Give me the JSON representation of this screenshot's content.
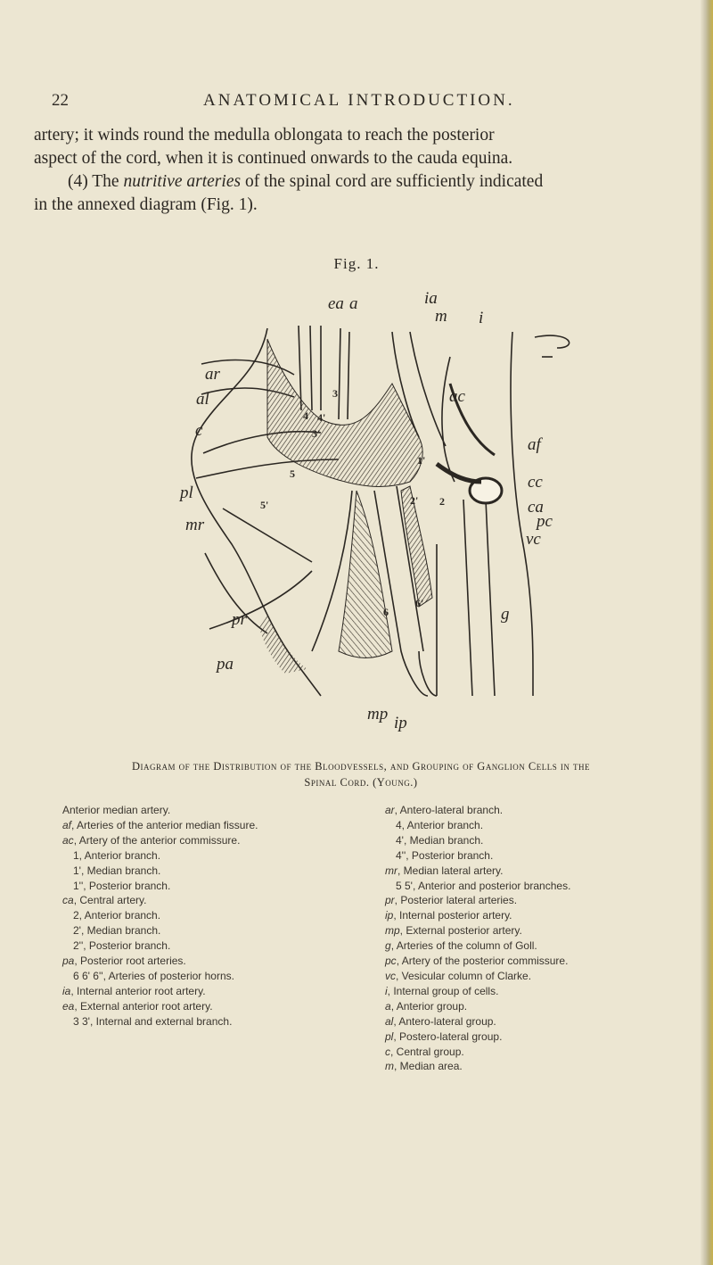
{
  "header": {
    "page_number": "22",
    "running_head": "ANATOMICAL INTRODUCTION."
  },
  "body": {
    "line1": "artery; it winds round the medulla oblongata to reach the posterior",
    "line2": "aspect of the cord, when it is continued onwards to the cauda equina.",
    "line3_pre": "(4) The ",
    "line3_em": "nutritive arteries",
    "line3_post": " of the spinal cord are sufficiently indicated",
    "line4": "in the annexed diagram (Fig. 1)."
  },
  "figure": {
    "title": "Fig. 1.",
    "labels": {
      "ea": "ea",
      "a": "a",
      "ia": "ia",
      "m": "m",
      "i": "i",
      "ar": "ar",
      "al": "al",
      "c": "c",
      "pl": "pl",
      "mr": "mr",
      "ac": "ac",
      "af": "af",
      "cc": "cc",
      "ca": "ca",
      "pc": "pc",
      "vc": "vc",
      "pr": "pr",
      "pa": "pa",
      "mp": "mp",
      "ip": "ip",
      "g": "g",
      "n3": "3",
      "n3p": "3'",
      "n4": "4",
      "n4p": "4'",
      "n1": "1'",
      "n2": "2'",
      "n2b": "2",
      "n5": "5",
      "n5p": "5'",
      "n6": "6",
      "n6p": "6'"
    }
  },
  "caption": {
    "line1": "Diagram of the Distribution of the Bloodvessels, and Grouping of Ganglion Cells in the",
    "line2": "Spinal Cord. (Young.)"
  },
  "legend": {
    "left": [
      {
        "key": "",
        "text": "Anterior median artery.",
        "sub": false
      },
      {
        "key": "af",
        "text": ", Arteries of the anterior median fissure.",
        "sub": false
      },
      {
        "key": "ac",
        "text": ", Artery of the anterior commissure.",
        "sub": false
      },
      {
        "key": "",
        "text": "1, Anterior branch.",
        "sub": true
      },
      {
        "key": "",
        "text": "1', Median branch.",
        "sub": true
      },
      {
        "key": "",
        "text": "1'', Posterior branch.",
        "sub": true
      },
      {
        "key": "ca",
        "text": ", Central artery.",
        "sub": false
      },
      {
        "key": "",
        "text": "2, Anterior branch.",
        "sub": true
      },
      {
        "key": "",
        "text": "2', Median branch.",
        "sub": true
      },
      {
        "key": "",
        "text": "2'', Posterior branch.",
        "sub": true
      },
      {
        "key": "pa",
        "text": ", Posterior root arteries.",
        "sub": false
      },
      {
        "key": "",
        "text": "6 6' 6'', Arteries of posterior horns.",
        "sub": true
      },
      {
        "key": "ia",
        "text": ", Internal anterior root artery.",
        "sub": false
      },
      {
        "key": "ea",
        "text": ", External anterior root artery.",
        "sub": false
      },
      {
        "key": "",
        "text": "3 3', Internal and external branch.",
        "sub": true
      }
    ],
    "right": [
      {
        "key": "ar",
        "text": ", Antero-lateral branch.",
        "sub": false
      },
      {
        "key": "",
        "text": "4, Anterior branch.",
        "sub": true
      },
      {
        "key": "",
        "text": "4', Median branch.",
        "sub": true
      },
      {
        "key": "",
        "text": "4'', Posterior branch.",
        "sub": true
      },
      {
        "key": "mr",
        "text": ", Median lateral artery.",
        "sub": false
      },
      {
        "key": "",
        "text": "5 5', Anterior and posterior branches.",
        "sub": true
      },
      {
        "key": "pr",
        "text": ", Posterior lateral arteries.",
        "sub": false
      },
      {
        "key": "ip",
        "text": ", Internal posterior artery.",
        "sub": false
      },
      {
        "key": "mp",
        "text": ", External posterior artery.",
        "sub": false
      },
      {
        "key": "g",
        "text": ", Arteries of the column of Goll.",
        "sub": false
      },
      {
        "key": "pc",
        "text": ", Artery of the posterior commissure.",
        "sub": false
      },
      {
        "key": "vc",
        "text": ", Vesicular column of Clarke.",
        "sub": false
      },
      {
        "key": "i",
        "text": ", Internal group of cells.",
        "sub": false
      },
      {
        "key": "a",
        "text": ", Anterior group.",
        "sub": false
      },
      {
        "key": "al",
        "text": ", Antero-lateral group.",
        "sub": false
      },
      {
        "key": "pl",
        "text": ", Postero-lateral group.",
        "sub": false
      },
      {
        "key": "c",
        "text": ", Central group.",
        "sub": false
      },
      {
        "key": "m",
        "text": ", Median area.",
        "sub": false
      }
    ]
  }
}
